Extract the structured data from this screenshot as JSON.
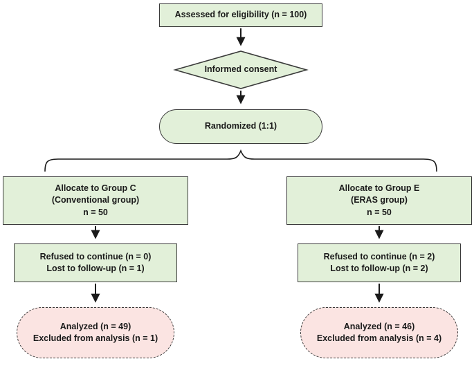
{
  "diagram": {
    "eligibility": {
      "text": "Assessed for eligibility (n = 100)"
    },
    "consent": {
      "text": "Informed consent"
    },
    "randomized": {
      "text": "Randomized (1:1)"
    },
    "group_c": {
      "line1": "Allocate to Group C",
      "line2": "(Conventional group)",
      "line3": "n = 50"
    },
    "group_e": {
      "line1": "Allocate to Group E",
      "line2": "(ERAS group)",
      "line3": "n = 50"
    },
    "followup_c": {
      "line1": "Refused to continue (n = 0)",
      "line2": "Lost to follow-up (n = 1)"
    },
    "followup_e": {
      "line1": "Refused to continue (n = 2)",
      "line2": "Lost to follow-up (n = 2)"
    },
    "analyzed_c": {
      "line1": "Analyzed (n = 49)",
      "line2": "Excluded from analysis (n = 1)"
    },
    "analyzed_e": {
      "line1": "Analyzed (n = 46)",
      "line2": "Excluded from analysis (n = 4)"
    }
  },
  "colors": {
    "box_fill": "#e2f0d9",
    "box_border": "#3a3a3a",
    "excluded_fill": "#fbe4e2",
    "arrow": "#1a1a1a",
    "ink": "#1a1a1a"
  }
}
